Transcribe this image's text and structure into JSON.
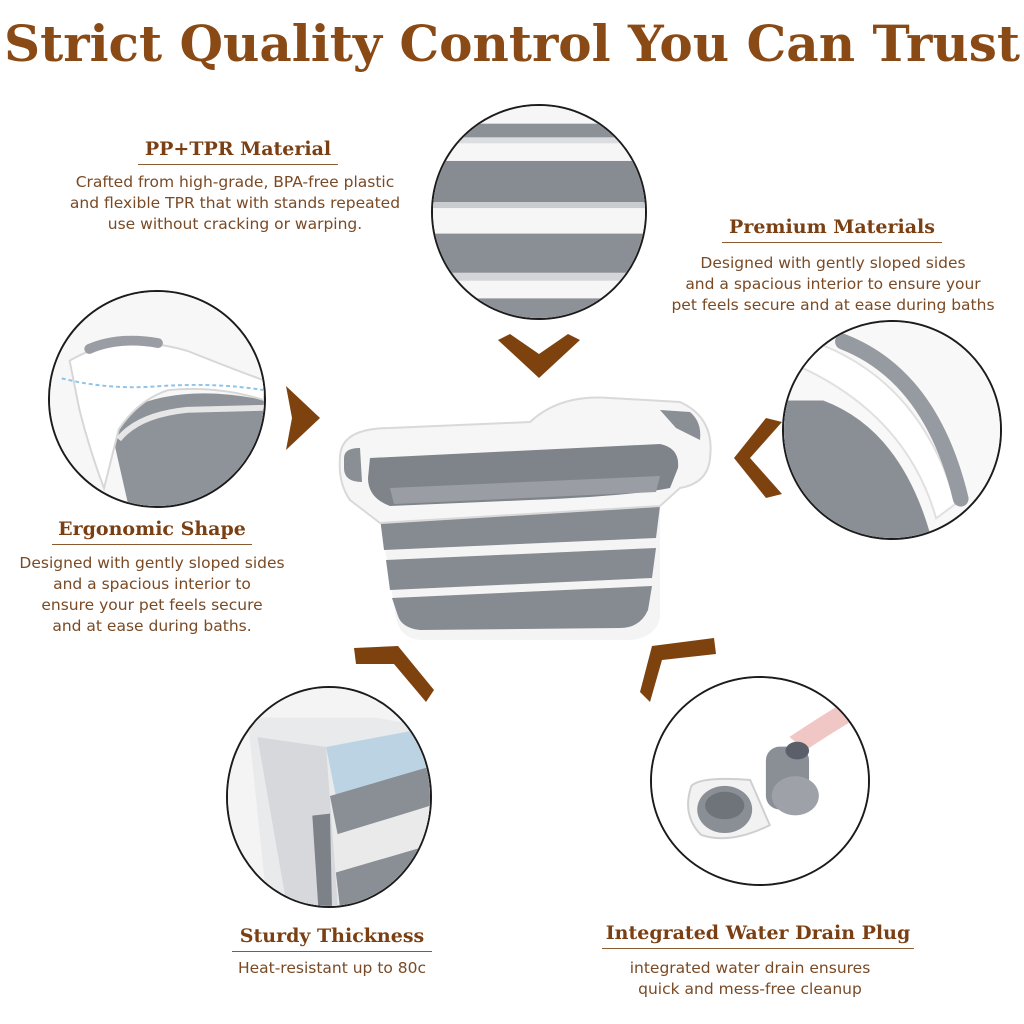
{
  "header": {
    "title": "Strict Quality Control You Can Trust"
  },
  "features": {
    "material": {
      "title": "PP+TPR Material",
      "desc": [
        "Crafted from high-grade, BPA-free plastic",
        "and flexible TPR that with stands repeated",
        "use without cracking or warping."
      ]
    },
    "premium": {
      "title": "Premium Materials",
      "desc": [
        "Designed with gently sloped sides",
        "and a spacious interior to ensure your",
        "pet feels secure and at ease during baths"
      ]
    },
    "ergonomic": {
      "title": "Ergonomic Shape",
      "desc": [
        "Designed with gently sloped sides",
        "and a spacious interior to",
        "ensure your pet feels secure",
        "and at ease during baths."
      ]
    },
    "thickness": {
      "title": "Sturdy Thickness",
      "desc": [
        "Heat-resistant up to 80c"
      ]
    },
    "drain": {
      "title": "Integrated Water Drain Plug",
      "desc": [
        "integrated water drain ensures",
        "quick and mess-free cleanup"
      ]
    }
  },
  "colors": {
    "accent": "#8a4a15",
    "arrow": "#7e420f",
    "tub_gray": "#8a8f96",
    "tub_white": "#f4f4f4"
  },
  "icons": [
    "chevron-down-icon",
    "chevron-right-icon",
    "chevron-left-icon",
    "chevron-up-left-icon",
    "chevron-up-right-icon"
  ]
}
